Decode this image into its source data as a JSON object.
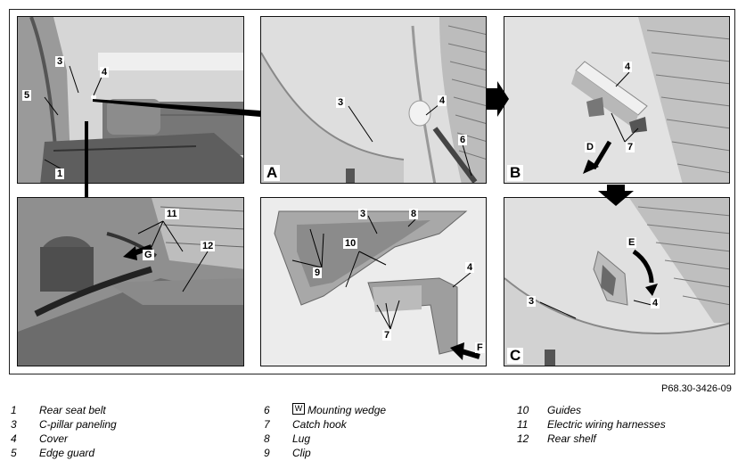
{
  "figure": {
    "reference_code": "P68.30-3426-09",
    "panels": [
      {
        "id": "overview",
        "letter": "",
        "callouts": [
          "3",
          "4",
          "5",
          "1"
        ]
      },
      {
        "id": "A",
        "letter": "A",
        "callouts": [
          "3",
          "4",
          "6"
        ]
      },
      {
        "id": "B",
        "letter": "B",
        "callouts": [
          "4",
          "7",
          "D"
        ]
      },
      {
        "id": "wiring",
        "letter": "",
        "callouts": [
          "11",
          "G",
          "12"
        ]
      },
      {
        "id": "parts",
        "letter": "",
        "callouts": [
          "3",
          "8",
          "10",
          "9",
          "4",
          "7",
          "F"
        ]
      },
      {
        "id": "C",
        "letter": "C",
        "callouts": [
          "E",
          "3",
          "4"
        ]
      }
    ]
  },
  "legend": [
    {
      "num": "1",
      "label": "Rear seat belt"
    },
    {
      "num": "3",
      "label": "C-pillar paneling"
    },
    {
      "num": "4",
      "label": "Cover"
    },
    {
      "num": "5",
      "label": "Edge guard"
    },
    {
      "num": "6",
      "label": "Mounting wedge",
      "icon": "wedge-tool-icon"
    },
    {
      "num": "7",
      "label": "Catch hook"
    },
    {
      "num": "8",
      "label": "Lug"
    },
    {
      "num": "9",
      "label": "Clip"
    },
    {
      "num": "10",
      "label": "Guides"
    },
    {
      "num": "11",
      "label": "Electric wiring harnesses"
    },
    {
      "num": "12",
      "label": "Rear shelf"
    }
  ],
  "icons": {
    "wedge_symbol": "W"
  },
  "colors": {
    "panel_bg": "#dcdcdc",
    "panel_dark": "#8a8a8a",
    "ink": "#000000"
  }
}
